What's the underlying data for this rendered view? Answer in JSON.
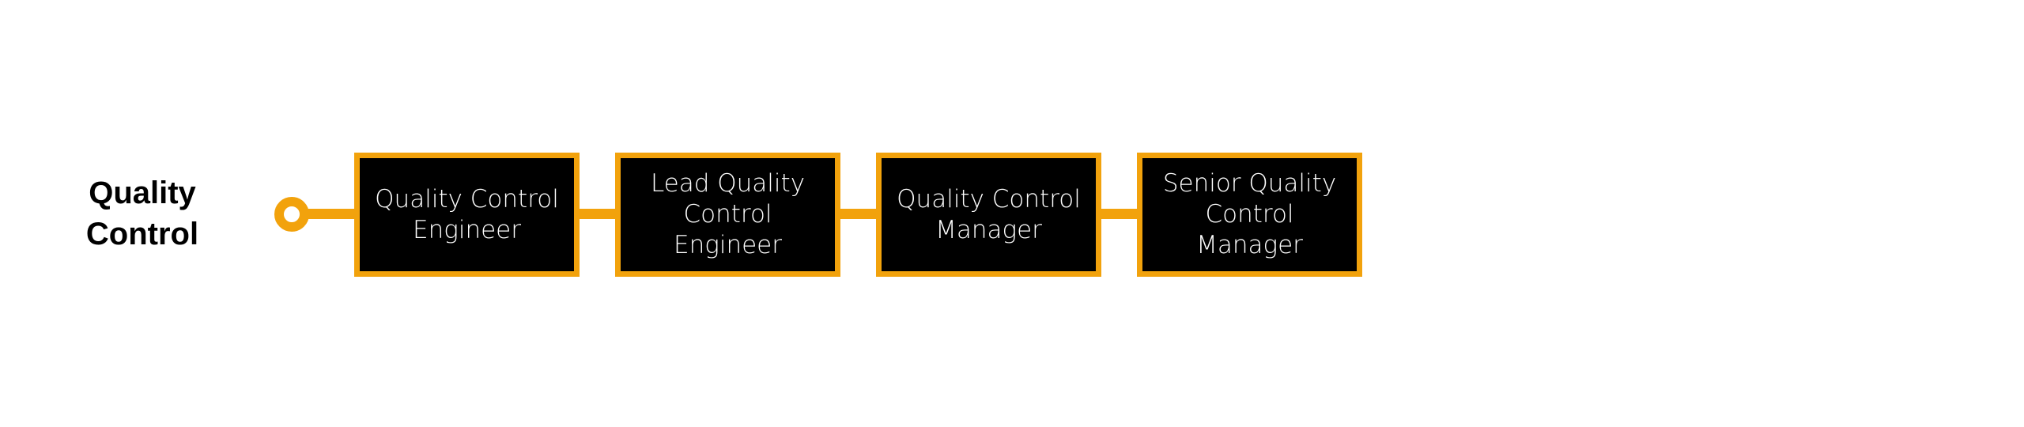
{
  "track": {
    "title": "Quality\nControl"
  },
  "roles": [
    {
      "label": "Quality Control\nEngineer"
    },
    {
      "label": "Lead Quality\nControl Engineer"
    },
    {
      "label": "Quality Control\nManager"
    },
    {
      "label": "Senior Quality\nControl Manager"
    }
  ],
  "colors": {
    "accent": "#f2a20c",
    "box_fill": "#000000",
    "box_text": "#ffffff",
    "title_text": "#000000"
  }
}
